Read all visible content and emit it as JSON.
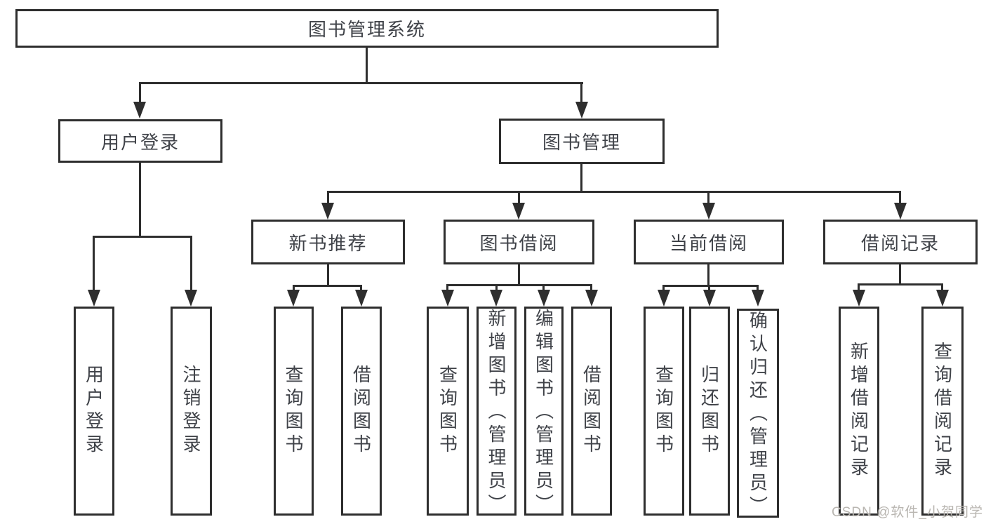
{
  "tree": {
    "root": {
      "label": "图书管理系统"
    },
    "branches": [
      {
        "label": "用户登录",
        "children": [
          {
            "label": "用户登录"
          },
          {
            "label": "注销登录"
          }
        ]
      },
      {
        "label": "图书管理",
        "children": [
          {
            "label": "新书推荐",
            "children": [
              {
                "label": "查询图书"
              },
              {
                "label": "借阅图书"
              }
            ]
          },
          {
            "label": "图书借阅",
            "children": [
              {
                "label": "查询图书"
              },
              {
                "label": "新增图书（管理员）"
              },
              {
                "label": "编辑图书（管理员）"
              },
              {
                "label": "借阅图书"
              }
            ]
          },
          {
            "label": "当前借阅",
            "children": [
              {
                "label": "查询图书"
              },
              {
                "label": "归还图书"
              },
              {
                "label": "确认归还（管理员）"
              }
            ]
          },
          {
            "label": "借阅记录",
            "children": [
              {
                "label": "新增借阅记录"
              },
              {
                "label": "查询借阅记录"
              }
            ]
          }
        ]
      }
    ]
  },
  "watermark": {
    "text": "CSDN @软件_小贺同学",
    "color": "#b9b6b1"
  },
  "colors": {
    "line": "#2e2e2e",
    "box_border": "#2e2e2e",
    "text": "#3f4248",
    "background": "#ffffff"
  }
}
